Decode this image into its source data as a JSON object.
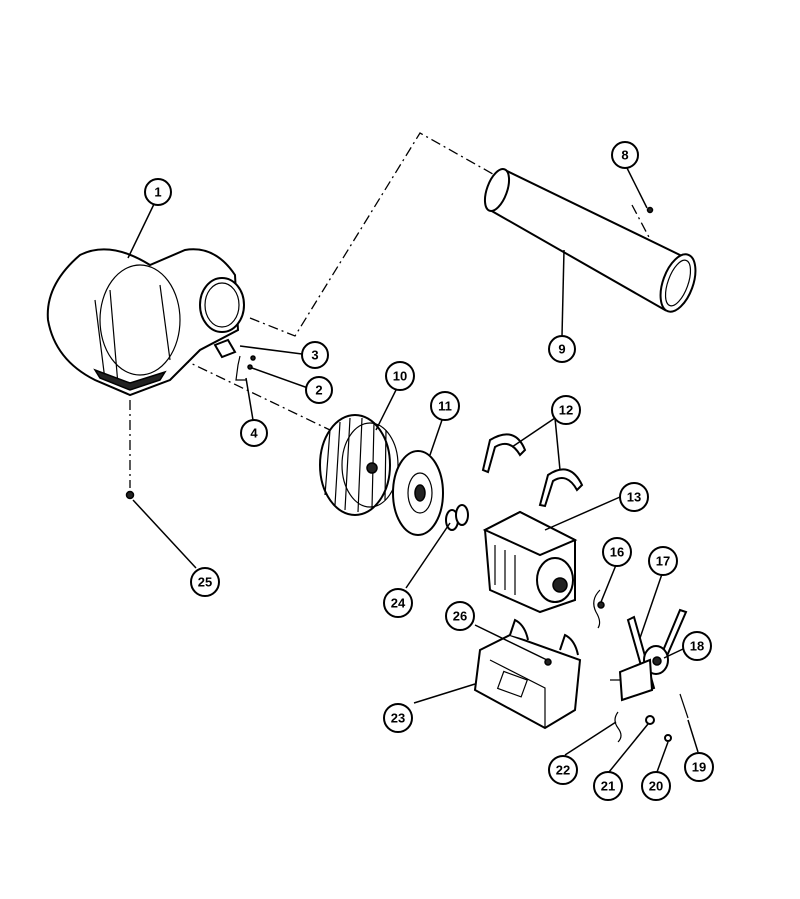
{
  "callouts": [
    {
      "id": "1",
      "label": "1"
    },
    {
      "id": "2",
      "label": "2"
    },
    {
      "id": "3",
      "label": "3"
    },
    {
      "id": "4",
      "label": "4"
    },
    {
      "id": "8",
      "label": "8"
    },
    {
      "id": "9",
      "label": "9"
    },
    {
      "id": "10",
      "label": "10"
    },
    {
      "id": "11",
      "label": "11"
    },
    {
      "id": "12",
      "label": "12"
    },
    {
      "id": "13",
      "label": "13"
    },
    {
      "id": "16",
      "label": "16"
    },
    {
      "id": "17",
      "label": "17"
    },
    {
      "id": "18",
      "label": "18"
    },
    {
      "id": "19",
      "label": "19"
    },
    {
      "id": "20",
      "label": "20"
    },
    {
      "id": "21",
      "label": "21"
    },
    {
      "id": "22",
      "label": "22"
    },
    {
      "id": "23",
      "label": "23"
    },
    {
      "id": "24",
      "label": "24"
    },
    {
      "id": "25",
      "label": "25"
    },
    {
      "id": "26",
      "label": "26"
    }
  ]
}
